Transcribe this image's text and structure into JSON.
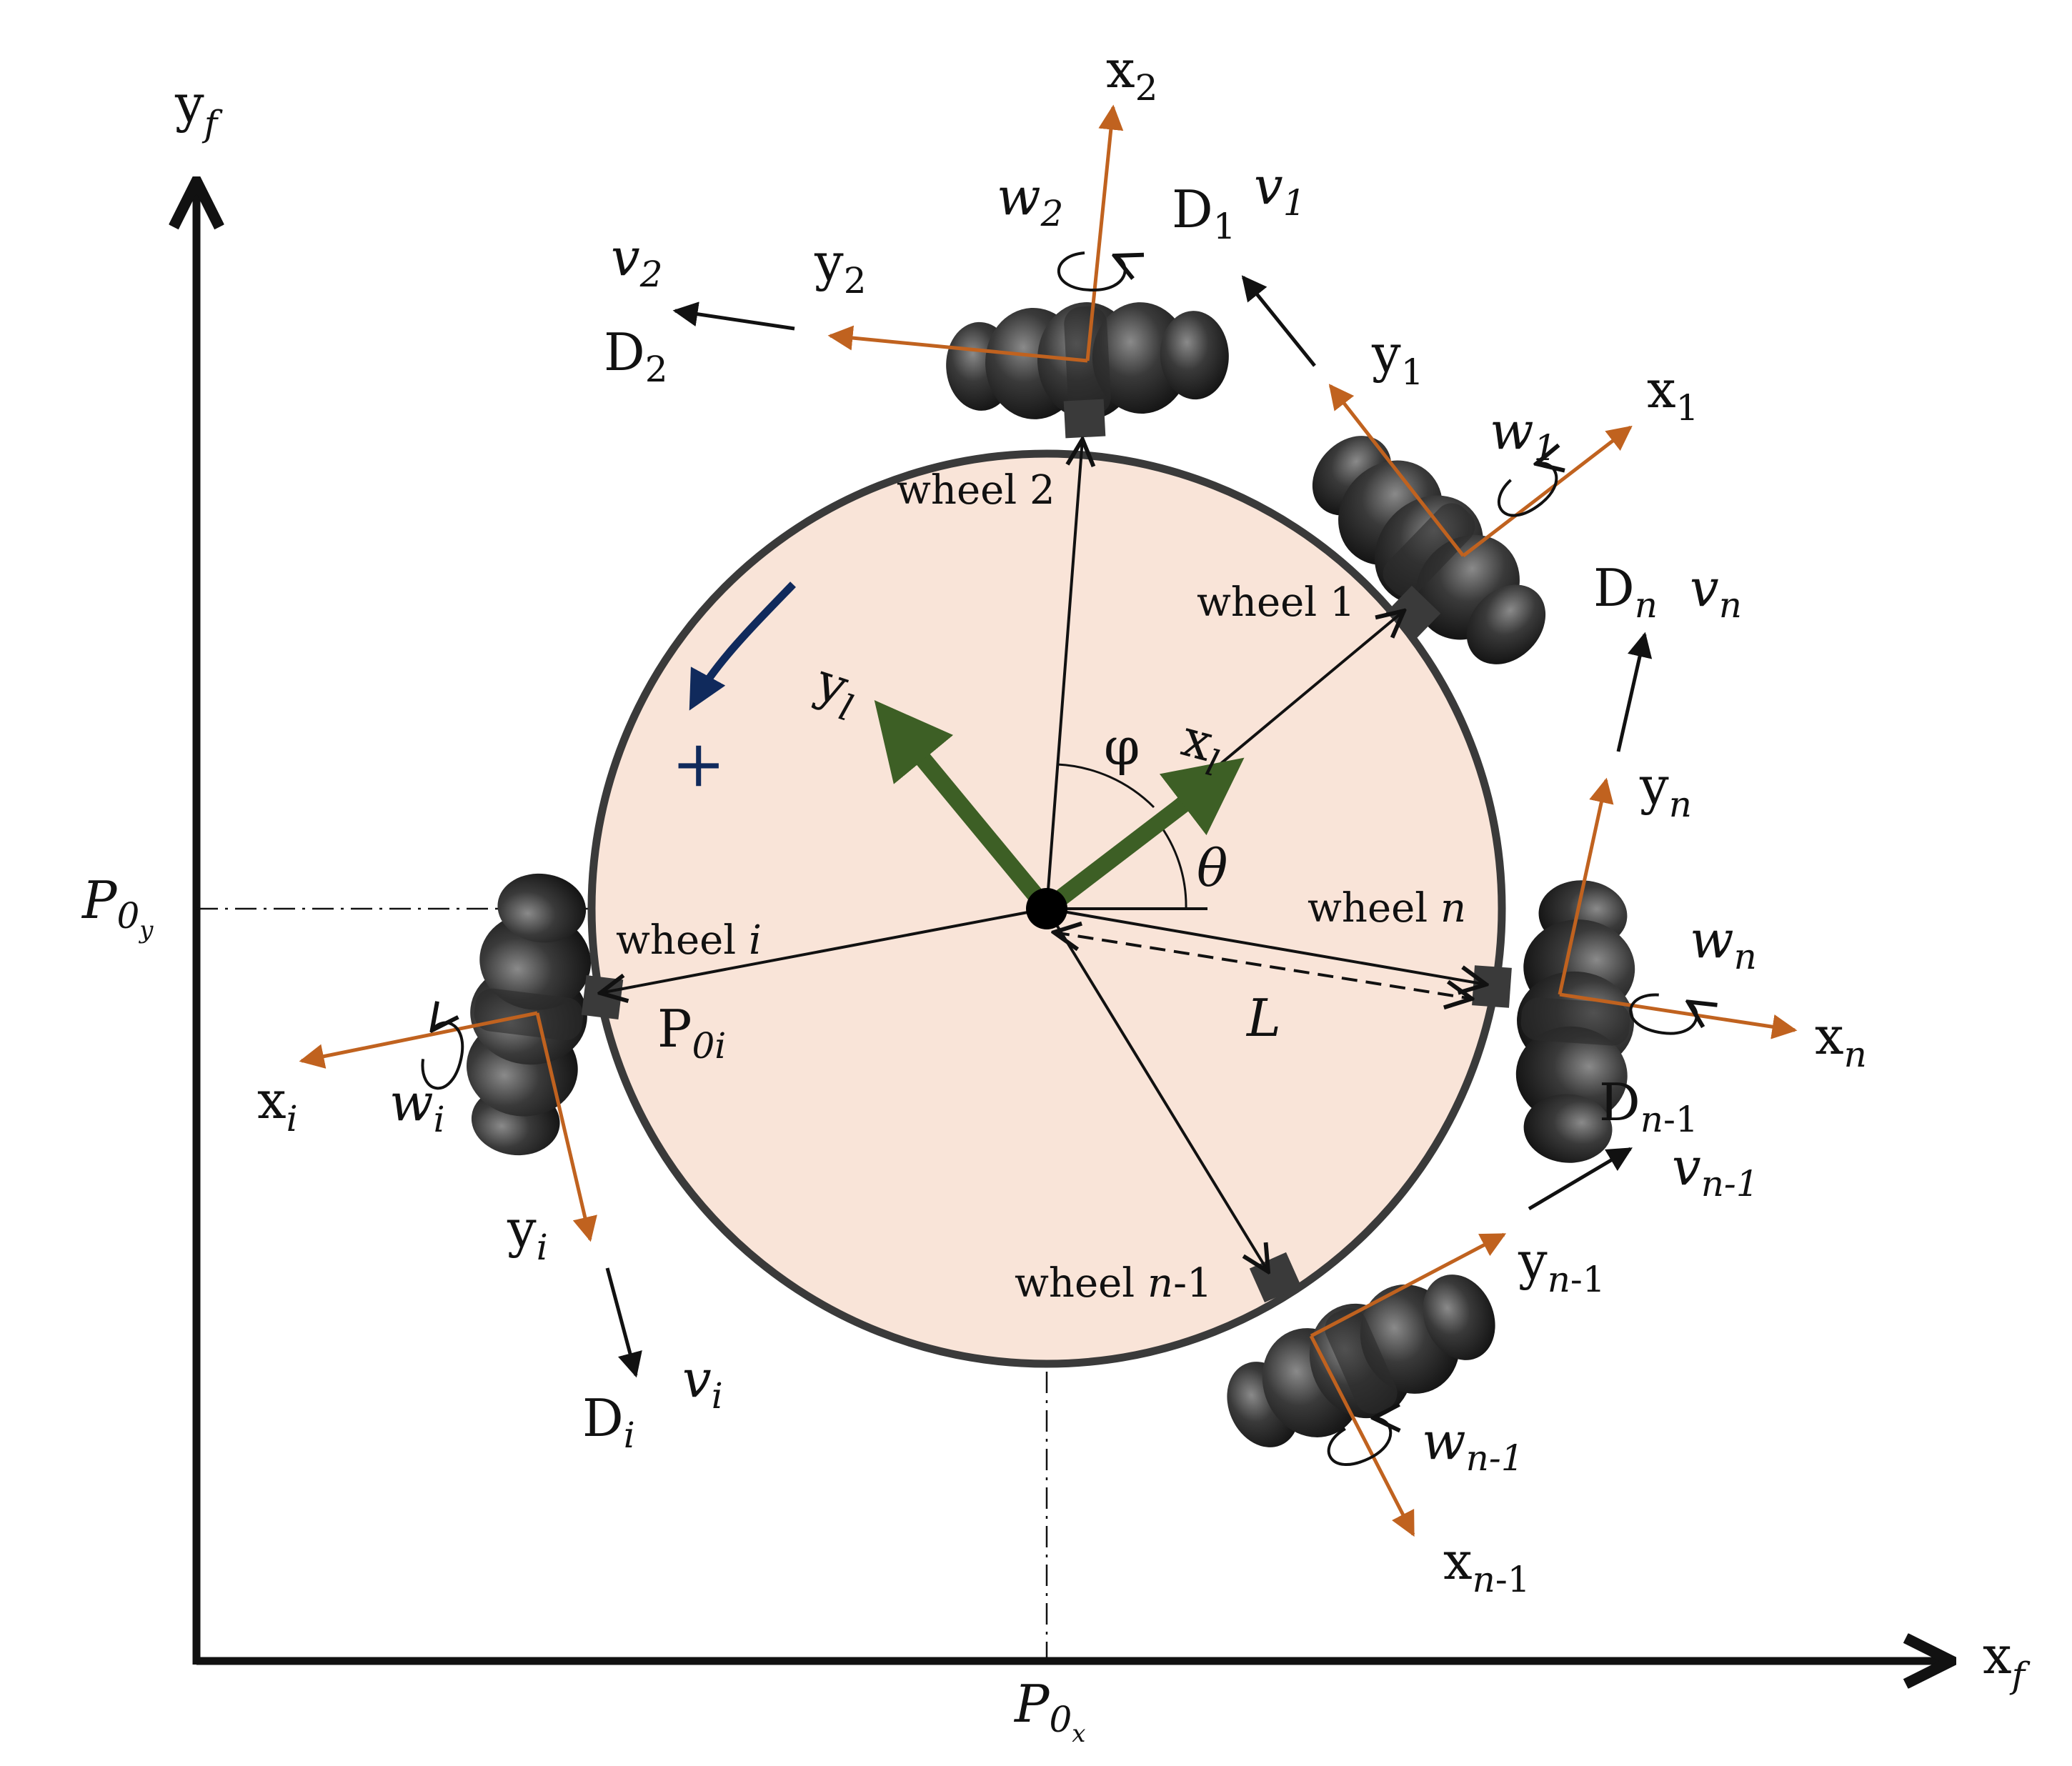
{
  "frame": {
    "xf": {
      "base": "x",
      "sub": "f"
    },
    "yf": {
      "base": "y",
      "sub": "f"
    },
    "p0x": {
      "base": "P",
      "sub": "0",
      "subsub": "x"
    },
    "p0y": {
      "base": "P",
      "sub": "0",
      "subsub": "y"
    }
  },
  "body": {
    "x": {
      "base": "x",
      "sub": "l"
    },
    "y": {
      "base": "y",
      "sub": "l"
    },
    "phi": "φ",
    "theta": "θ",
    "L": "L",
    "plus": "+"
  },
  "wheels": {
    "w1": {
      "label_a": "wheel ",
      "label_b": "1",
      "x": {
        "base": "x",
        "sub": "1"
      },
      "y": {
        "base": "y",
        "sub": "1"
      },
      "w": {
        "base": "w",
        "sub": "1"
      },
      "D": {
        "base": "D",
        "sub": "1"
      },
      "v": {
        "base": "v",
        "sub": "1"
      }
    },
    "w2": {
      "label_a": "wheel ",
      "label_b": "2",
      "x": {
        "base": "x",
        "sub": "2"
      },
      "y": {
        "base": "y",
        "sub": "2"
      },
      "w": {
        "base": "w",
        "sub": "2"
      },
      "D": {
        "base": "D",
        "sub": "2"
      },
      "v": {
        "base": "v",
        "sub": "2"
      }
    },
    "wn": {
      "label_a": "wheel ",
      "label_b": "n",
      "x": {
        "base": "x",
        "sub": "n"
      },
      "y": {
        "base": "y",
        "sub": "n"
      },
      "w": {
        "base": "w",
        "sub": "n"
      },
      "D": {
        "base": "D",
        "sub": "n"
      },
      "v": {
        "base": "v",
        "sub": "n"
      }
    },
    "wn1": {
      "label_a": "wheel ",
      "label_b": "n",
      "label_c": "-1",
      "x": {
        "base": "x",
        "sub": "n",
        "sub2": "-1"
      },
      "y": {
        "base": "y",
        "sub": "n",
        "sub2": "-1"
      },
      "w": {
        "base": "w",
        "sub": "n-1"
      },
      "D": {
        "base": "D",
        "sub": "n",
        "sub2": "-1"
      },
      "v": {
        "base": "v",
        "sub": "n-1"
      }
    },
    "wi": {
      "label_a": "wheel ",
      "label_b": "i",
      "x": {
        "base": "x",
        "sub": "i"
      },
      "y": {
        "base": "y",
        "sub": "i"
      },
      "w": {
        "base": "w",
        "sub": "i"
      },
      "D": {
        "base": "D",
        "sub": "i"
      },
      "v": {
        "base": "v",
        "sub": "i"
      },
      "p": {
        "base": "P",
        "sub": "0i"
      }
    }
  },
  "colors": {
    "body_fill": "#f9e4d8",
    "body_stroke": "#3a3a3a",
    "wheel_axis": "#c0621f",
    "robot_axis": "#3d5f25",
    "rotation_arrow": "#102a5c",
    "ink": "#111111"
  }
}
